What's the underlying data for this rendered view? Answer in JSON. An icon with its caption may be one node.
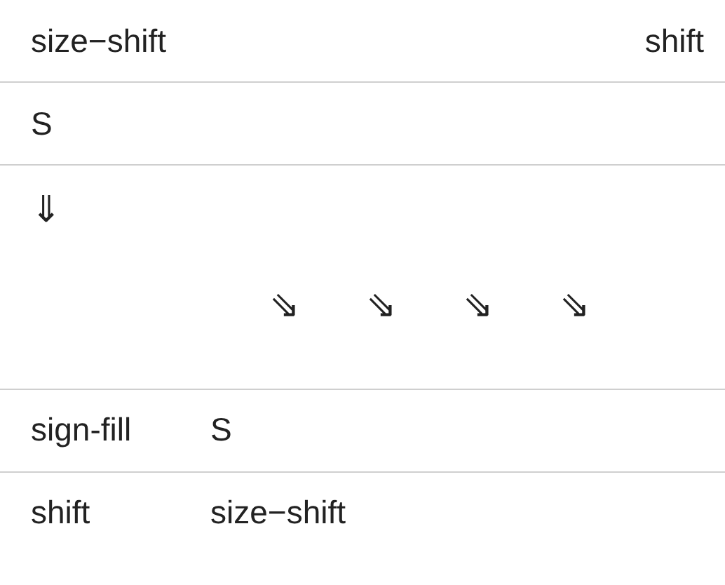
{
  "diagram": {
    "labels": [
      "size−shift",
      "shift",
      "S",
      "⇓",
      "⇘",
      "⇘",
      "⇘",
      "⇘",
      "sign-fill",
      "S",
      "shift",
      "size−shift"
    ]
  }
}
